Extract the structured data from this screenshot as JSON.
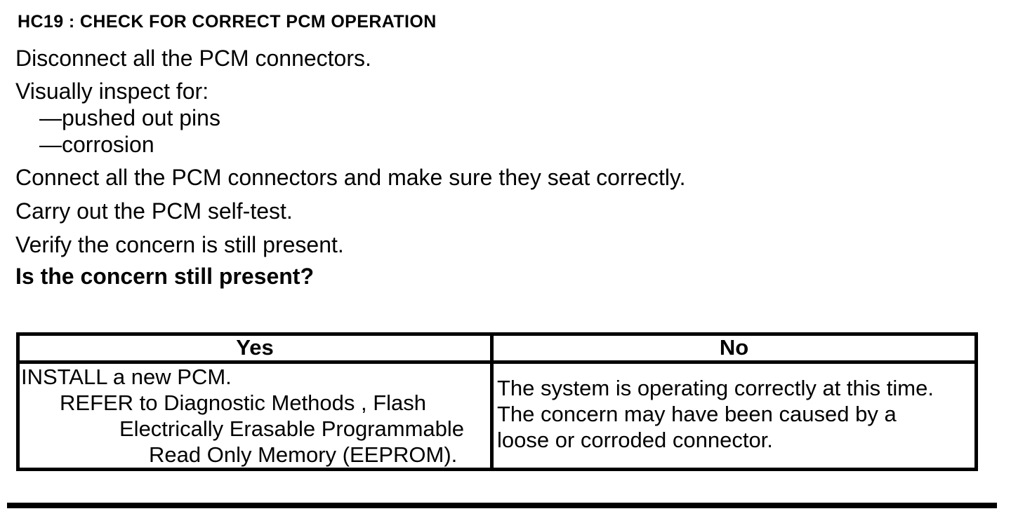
{
  "colors": {
    "ink": "#000000",
    "paper": "#ffffff"
  },
  "doc": {
    "title": "HC19 : CHECK FOR CORRECT PCM OPERATION",
    "steps": {
      "disconnect": "Disconnect all the PCM connectors.",
      "inspect_intro": "Visually inspect for:",
      "inspect_items": [
        "—pushed out pins",
        "—corrosion"
      ],
      "connect": "Connect all the PCM connectors and make sure they seat correctly.",
      "self_test": "Carry out the PCM self-test.",
      "verify": "Verify the concern is still present."
    },
    "question": "Is the concern still present?",
    "decision_table": {
      "yes_header": "Yes",
      "no_header": "No",
      "yes_lines": [
        "INSTALL a new PCM.",
        "REFER to Diagnostic Methods , Flash",
        "Electrically Erasable Programmable",
        "Read Only Memory (EEPROM)."
      ],
      "no_lines": [
        "The system is operating correctly at this time.",
        "The concern may have been caused by a",
        "loose or corroded connector."
      ]
    }
  }
}
